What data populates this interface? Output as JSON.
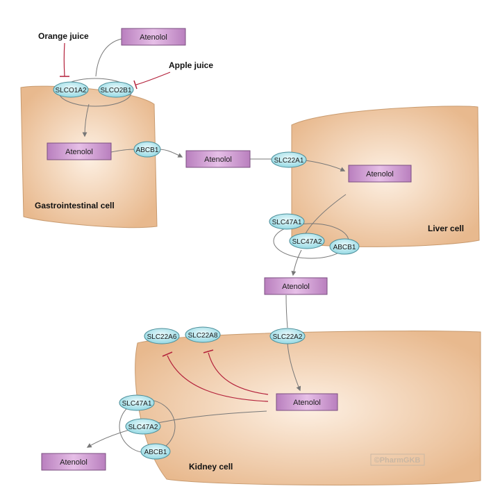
{
  "colors": {
    "cell_fill_center": "#fbe8d6",
    "cell_fill_edge": "#e6b487",
    "cell_stroke": "#c89a6e",
    "drug_fill": "#c58ec8",
    "drug_stroke": "#7b4f80",
    "transporter_fill": "#a9e4ec",
    "transporter_stroke": "#4a8d99",
    "inhibition": "#b3203a",
    "arrow": "#777777"
  },
  "labels": {
    "orange_juice": "Orange juice",
    "apple_juice": "Apple juice",
    "gi_cell": "Gastrointestinal cell",
    "liver_cell": "Liver cell",
    "kidney_cell": "Kidney cell",
    "watermark": "©PharmGKB"
  },
  "drug": "Atenolol",
  "transporters": {
    "slco1a2": "SLCO1A2",
    "slco2b1": "SLCO2B1",
    "abcb1_gi": "ABCB1",
    "slc22a1": "SLC22A1",
    "slc47a1_liver": "SLC47A1",
    "slc47a2_liver": "SLC47A2",
    "abcb1_liver": "ABCB1",
    "slc22a2": "SLC22A2",
    "slc22a6": "SLC22A6",
    "slc22a8": "SLC22A8",
    "slc47a1_kidney": "SLC47A1",
    "slc47a2_kidney": "SLC47A2",
    "abcb1_kidney": "ABCB1"
  }
}
